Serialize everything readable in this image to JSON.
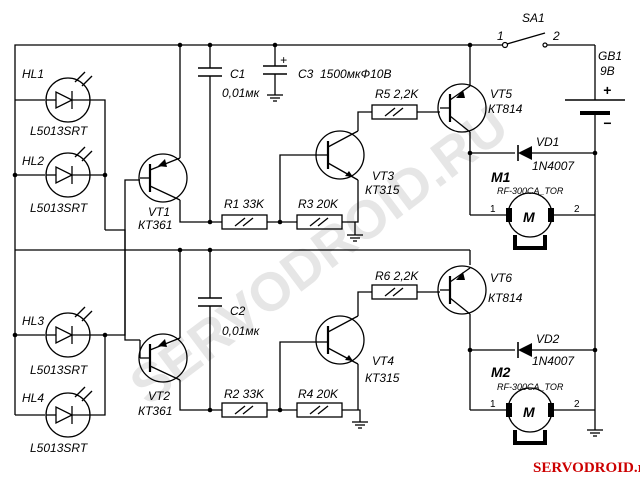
{
  "watermark": "SERVODROID.RU",
  "site_label": "SERVODROID.ru",
  "switch": {
    "ref": "SA1",
    "pin1": "1",
    "pin2": "2"
  },
  "battery": {
    "ref": "GB1",
    "voltage": "9В",
    "plus": "+",
    "minus": "−"
  },
  "capacitors": {
    "c1": {
      "ref": "C1",
      "value": "0,01мк"
    },
    "c2": {
      "ref": "C2",
      "value": "0,01мк"
    },
    "c3": {
      "ref": "C3",
      "value": "1500мкФ10В",
      "plus": "+"
    }
  },
  "leds": {
    "hl1": {
      "ref": "HL1",
      "part": "L5013SRT"
    },
    "hl2": {
      "ref": "HL2",
      "part": "L5013SRT"
    },
    "hl3": {
      "ref": "HL3",
      "part": "L5013SRT"
    },
    "hl4": {
      "ref": "HL4",
      "part": "L5013SRT"
    }
  },
  "transistors": {
    "vt1": {
      "ref": "VT1",
      "part": "КТ361"
    },
    "vt2": {
      "ref": "VT2",
      "part": "КТ361"
    },
    "vt3": {
      "ref": "VT3",
      "part": "КТ315"
    },
    "vt4": {
      "ref": "VT4",
      "part": "КТ315"
    },
    "vt5": {
      "ref": "VT5",
      "part": "КТ814"
    },
    "vt6": {
      "ref": "VT6",
      "part": "КТ814"
    }
  },
  "resistors": {
    "r1": {
      "label": "R1  33K"
    },
    "r2": {
      "label": "R2  33K"
    },
    "r3": {
      "label": "R3  20K"
    },
    "r4": {
      "label": "R4  20K"
    },
    "r5": {
      "label": "R5  2,2K"
    },
    "r6": {
      "label": "R6  2,2K"
    }
  },
  "diodes": {
    "vd1": {
      "ref": "VD1",
      "part": "1N4007"
    },
    "vd2": {
      "ref": "VD2",
      "part": "1N4007"
    }
  },
  "motors": {
    "m1": {
      "ref": "M1",
      "model": "RF-300CA_TOR",
      "symbol": "M",
      "pin1": "1",
      "pin2": "2"
    },
    "m2": {
      "ref": "M2",
      "model": "RF-300CA_TOR",
      "symbol": "M",
      "pin1": "1",
      "pin2": "2"
    }
  }
}
